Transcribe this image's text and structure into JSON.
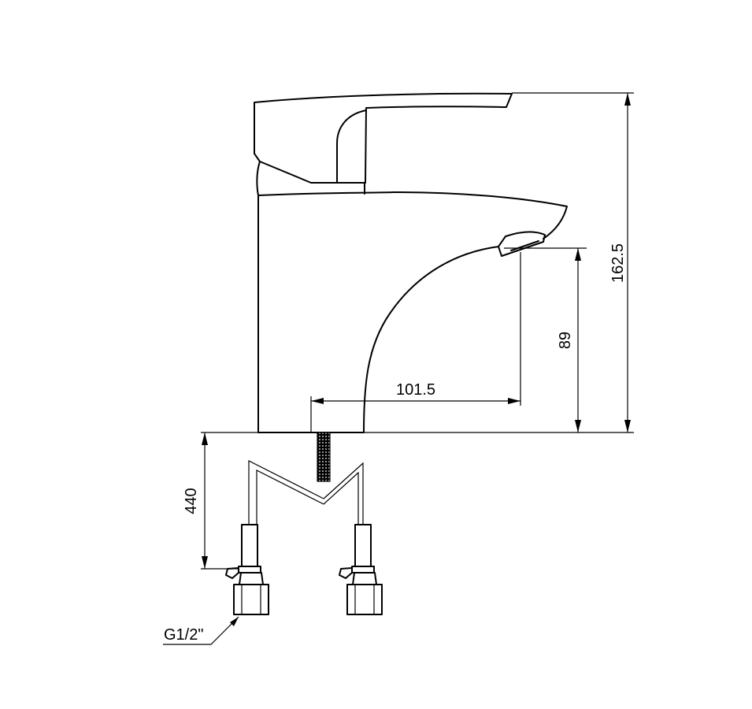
{
  "dimensions": {
    "total_height": "162.5",
    "spout_height": "89",
    "spout_reach": "101.5",
    "hose_length": "440",
    "thread": "G1/2\""
  },
  "colors": {
    "line": "#000000",
    "background": "#ffffff"
  }
}
